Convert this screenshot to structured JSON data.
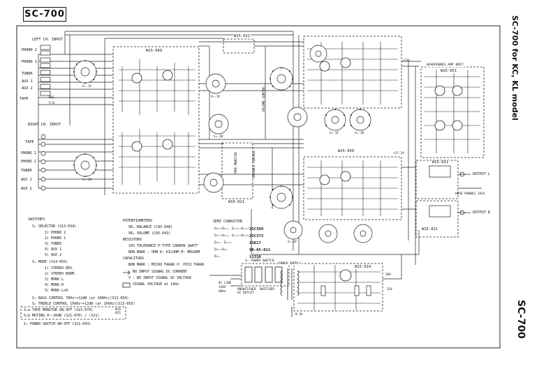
{
  "header": {
    "model": "SC-700",
    "side_title": "SC-700 for KC, KL model",
    "footer_model": "SC-700"
  },
  "units": {
    "w15_049": "W15-049",
    "w15_050": "W15-050",
    "w15_051": "W15-051",
    "w15_014": "W15-014",
    "w15_021_top": "W15-021",
    "w15_021_mid": "W15-021",
    "w15_021_bot": "W15-021",
    "w15_021_right": "W15-021",
    "headphones_amp": "HEADPHONES AMP UNIT",
    "power_switch": "S₇ POWER SWITCH",
    "power_supply": "POWER SUPPLY",
    "ac_outlet": "UNSWITCHED  SWITCHED\nAC OUTLET"
  },
  "inputs": {
    "left_ch": "LEFT CH. INPUT",
    "right_ch": "RIGHT CH. INPUT",
    "phono2": "PHONO 2",
    "phono1": "PHONO 1",
    "tuner": "TUNER",
    "aux1": "AUX 1",
    "aux2": "AUX 2",
    "tape": "TAPE",
    "tape_pb": "P.B",
    "tape_rec": "REC",
    "right_phono1": "PHONO 1",
    "right_phono2": "PHONO 2",
    "right_tuner": "TUNER",
    "right_aux1": "AUX 1",
    "right_aux2": "AUX 2",
    "right_tape": "TAPE"
  },
  "outputs": {
    "output_l": "OUTPUT L",
    "output_r": "OUTPUT R",
    "headphone_jack": "HEAD PHONES JACK",
    "ac_line": "AC LINE\n120V\n60Hz"
  },
  "controls": {
    "volume": "VOLUME CONTROL",
    "balance": "BALANCE CONTROL",
    "tape_monitor": "TAPE MONITOR"
  },
  "legend": {
    "switches_title": "SWITCHES",
    "selector": "S₁  SELECTOR (S13-034)",
    "sel_items": [
      "1) PHONO 2",
      "2) PHONO 1",
      "3) TUNER",
      "4) AUX 1",
      "5) AUX 2"
    ],
    "mode": "S₂  MODE (S14-055)",
    "mode_items": [
      "1) STEREO REV.",
      "2) STEREO NORM.",
      "3) MONO L",
      "4) MONO R",
      "5) MONO L+R"
    ],
    "bass": "S₃  BASS CONTROL  70Hz~+12dB (at 100Hz)(S13-054)",
    "treble": "S₄  TREBLE CONTROL  10kHz~+12dB (at 10kHz)(S13-055)",
    "tape_mon": "S₅a  TAPE MONITOR     ON·OFF  (S21-070)",
    "muting": "S₅b  MUTING    0~-20dB  (S21-070) / (S21)",
    "ws_ref": "W15\n021",
    "power": "S₇  POWER SWITCH  ON·OFF (S11-034)",
    "pot_title": "POTENTIOMETERS",
    "vr_balance": "VR₁  BALANCE   (C85-048)",
    "vr_volume": "VR₂  VOLUME    (C85-043)",
    "resistors_title": "RESISTORS",
    "res_note": "10% TOLERANCE  P-TYPE CARBON  ¼WATT",
    "res_mark": "NON MARK : OHM   K: KILOHM   M: MEGOHM",
    "cap_title": "CAPACITORS",
    "cap_note": "NON MARK : MICRO FARAD   P: PICO FARAD",
    "sym_arrow": "NO INPUT SIGNAL DC CURRENT",
    "sym_v": "V : NO INPUT SIGNAL DC VOLTAGE",
    "sym_box": "SIGNAL VOLTAGE at 1kHz",
    "semi_title": "SEMI CONDUCTOR",
    "semis": [
      {
        "refs": "Q₀₁~Q₀₄, Q₁₀₁~Q₁₀₄",
        "part": "2SC369"
      },
      {
        "refs": "Q₀₅~Q₀₈, Q₁₀₅~Q₁₀₈",
        "part": "2SC373"
      },
      {
        "refs": "Q₀₉, Q₁₀₉",
        "part": "2SK17"
      },
      {
        "refs": "Q₀₁~Q₀₄",
        "part": "SR-05-011"
      },
      {
        "refs": "D₀₁",
        "part": "1S336"
      }
    ]
  },
  "voltages": {
    "v1": "+13V",
    "v2": "20V",
    "v3": "33V",
    "v4": "+17.2V",
    "v5": "8.3V"
  },
  "switch_labels": {
    "s1f": "S₁-1F",
    "s1r": "S₁-1R",
    "s2f": "S₂-1F",
    "s2r": "S₂-1R",
    "s3": "S₃-1F",
    "s4": "S₄-1R",
    "s5": "S₅-1F"
  }
}
